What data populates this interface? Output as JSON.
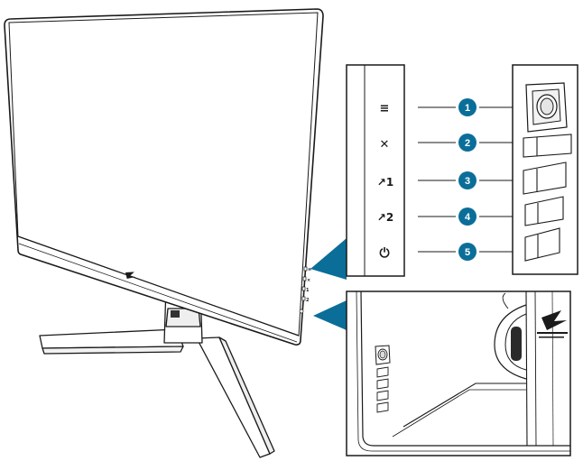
{
  "figure": {
    "accent_color": "#0a6e99",
    "buttons": [
      {
        "number": "1",
        "icon": "menu-icon",
        "symbol": "≡"
      },
      {
        "number": "2",
        "icon": "close-icon",
        "symbol": "✕"
      },
      {
        "number": "3",
        "icon": "shortcut-1-icon",
        "symbol": "↗1"
      },
      {
        "number": "4",
        "icon": "shortcut-2-icon",
        "symbol": "↗2"
      },
      {
        "number": "5",
        "icon": "power-icon",
        "symbol": "⏻"
      }
    ]
  }
}
